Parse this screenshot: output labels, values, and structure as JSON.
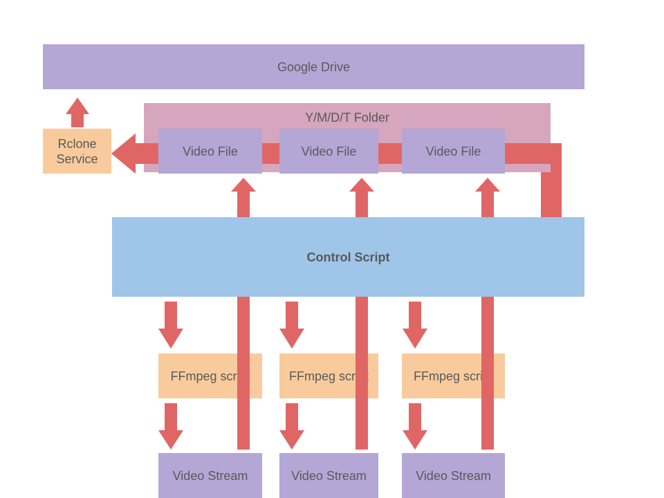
{
  "colors": {
    "storage": "#b4a7d6",
    "folder": "#d5a6bd",
    "service": "#f9cb9c",
    "control": "#9fc5e8",
    "arrow": "#e06666",
    "text": "#595959"
  },
  "google_drive": {
    "label": "Google Drive"
  },
  "folder": {
    "label": "Y/M/D/T Folder"
  },
  "rclone": {
    "label": "Rclone\nService"
  },
  "video_files": [
    {
      "label": "Video File"
    },
    {
      "label": "Video File"
    },
    {
      "label": "Video File"
    }
  ],
  "control_script": {
    "label": "Control Script"
  },
  "ffmpeg_scripts": [
    {
      "label": "FFmpeg script"
    },
    {
      "label": "FFmpeg script"
    },
    {
      "label": "FFmpeg script"
    }
  ],
  "video_streams": [
    {
      "label": "Video Stream"
    },
    {
      "label": "Video Stream"
    },
    {
      "label": "Video Stream"
    }
  ]
}
